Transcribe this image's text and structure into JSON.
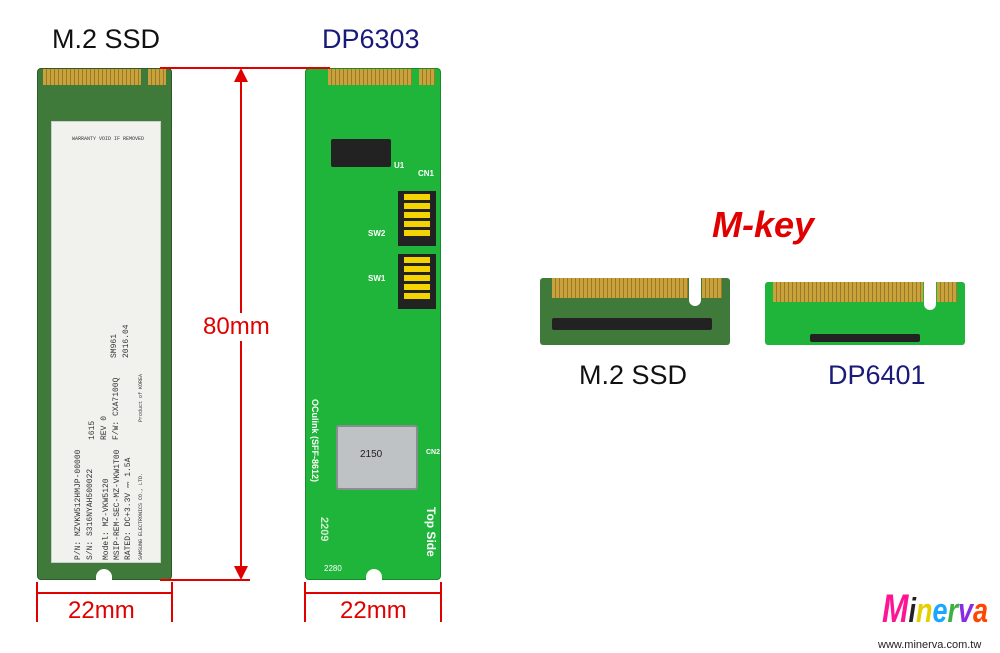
{
  "labels": {
    "ssd_title": "M.2 SSD",
    "dp6303_title": "DP6303",
    "length": "80mm",
    "width_ssd": "22mm",
    "width_dp": "22mm",
    "mkey": "M-key",
    "mkey_ssd": "M.2 SSD",
    "mkey_dp": "DP6401"
  },
  "ssd_label": {
    "warranty": "WARRANTY VOID IF REMOVED",
    "model": "SM961",
    "date": "2016.04",
    "rev": "REV 0",
    "fw": "F/W: CXA7100Q",
    "lot": "1615",
    "pn": "P/N: MZVKW512HMJP-00000",
    "sn": "S/N: S316NYAH500022",
    "model_no": "Model: MZ-VKW5120",
    "msip": "MSIP-REM-SEC-MZ-VKW1T00",
    "rated": "RATED: DC+3.3V ⎓ 1.5A",
    "maker": "SAMSUNG ELECTRONICS CO., LTD.",
    "origin": "Product of KOREA"
  },
  "dp_board": {
    "top_side": "Top Side",
    "oculink": "OCulink (SFF-8612)",
    "size": "2280",
    "connector": "2150",
    "sw1": "SW1",
    "sw2": "SW2",
    "cn1": "CN1",
    "cn2": "CN2",
    "u1": "U1",
    "date_code": "2209"
  },
  "logo": {
    "text": "Minerva",
    "url": "www.minerva.com.tw"
  },
  "colors": {
    "dimension": "#e00000",
    "title_dp": "#1a1a7a",
    "pcb_green": "#1fb53a"
  }
}
